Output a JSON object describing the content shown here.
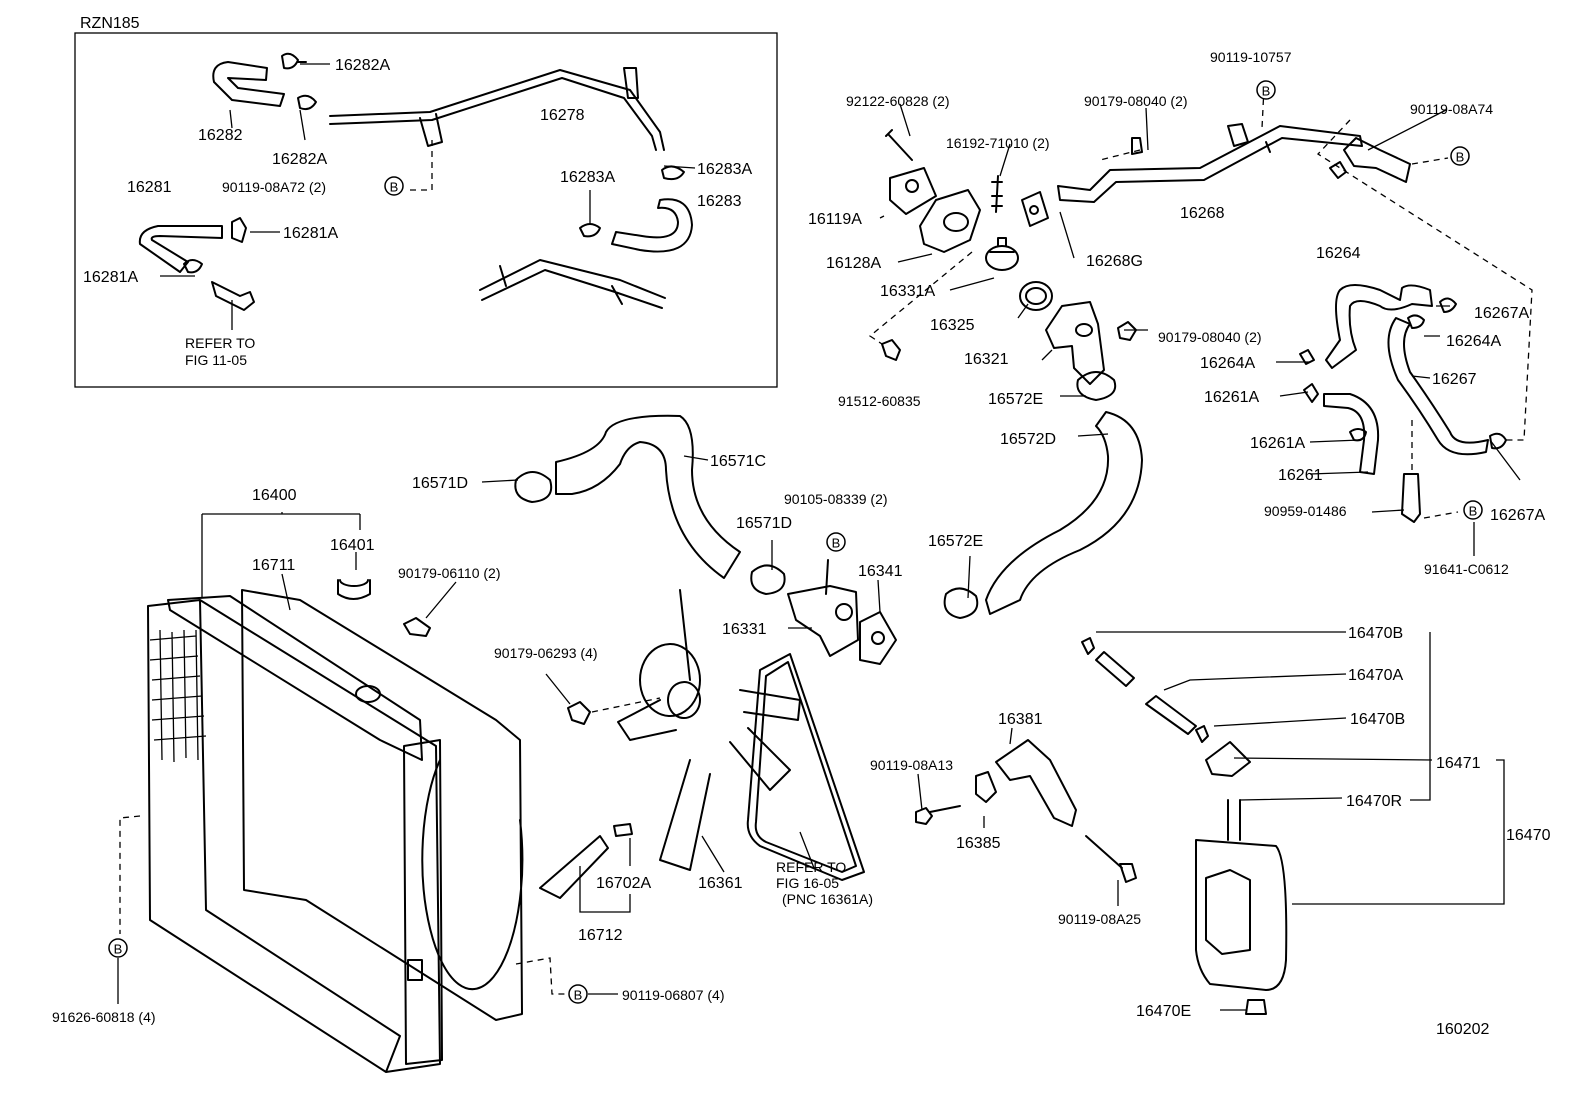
{
  "inset": {
    "model": "RZN185",
    "labels": {
      "p16282A_top": "16282A",
      "p16282": "16282",
      "p16282A_bot": "16282A",
      "p16278": "16278",
      "p16283A_right": "16283A",
      "p16283A_left": "16283A",
      "p16283": "16283",
      "p90119_08A72": "90119-08A72 (2)",
      "p16281": "16281",
      "p16281A_right": "16281A",
      "p16281A_left": "16281A",
      "refer_line1": "REFER TO",
      "refer_line2": "FIG 11-05"
    }
  },
  "labels": {
    "p92122_60828": "92122-60828 (2)",
    "p90119_10757": "90119-10757",
    "p90179_08040_top": "90179-08040 (2)",
    "p90119_08A74": "90119-08A74",
    "p16192_71010": "16192-71010 (2)",
    "p16119A": "16119A",
    "p16128A": "16128A",
    "p16268": "16268",
    "p16268G": "16268G",
    "p16331A": "16331A",
    "p16264": "16264",
    "p16267A_top": "16267A",
    "p16325": "16325",
    "p90179_08040_mid": "90179-08040 (2)",
    "p16264A_left": "16264A",
    "p16264A_right": "16264A",
    "p16321": "16321",
    "p16267": "16267",
    "p91512_60835": "91512-60835",
    "p16572E_top": "16572E",
    "p16261A_top": "16261A",
    "p16572D": "16572D",
    "p16261A_mid": "16261A",
    "p16261": "16261",
    "p16571D_left": "16571D",
    "p16571C": "16571C",
    "p16267A_bot": "16267A",
    "p90959_01486": "90959-01486",
    "p16400": "16400",
    "p90105_08339": "90105-08339 (2)",
    "p16401": "16401",
    "p16711": "16711",
    "p16571D_mid": "16571D",
    "p16572E_bot": "16572E",
    "p91641_C0612": "91641-C0612",
    "p90179_06110": "90179-06110 (2)",
    "p16341": "16341",
    "p16331": "16331",
    "p16470B_top": "16470B",
    "p90179_06293": "90179-06293 (4)",
    "p16470A": "16470A",
    "p16381": "16381",
    "p16470B_bot": "16470B",
    "p90119_08A13": "90119-08A13",
    "p16471": "16471",
    "p16470R": "16470R",
    "p16385": "16385",
    "p16470": "16470",
    "p16702A": "16702A",
    "p16361": "16361",
    "refer2_line1": "REFER TO",
    "refer2_line2": "FIG 16-05",
    "refer2_line3": "(PNC 16361A)",
    "p16712": "16712",
    "p90119_08A25": "90119-08A25",
    "p91626_60818": "91626-60818 (4)",
    "p90119_06807": "90119-06807 (4)",
    "p16470E": "16470E",
    "figure_number": "160202"
  },
  "markers": {
    "b": "B"
  }
}
